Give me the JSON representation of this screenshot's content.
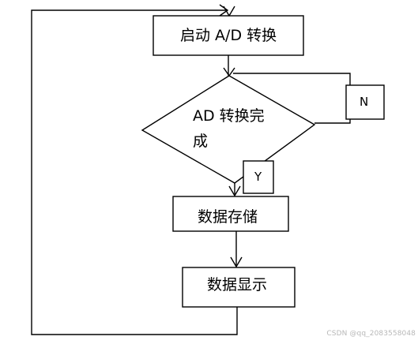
{
  "flowchart": {
    "start_label": "启动 A/D 转换",
    "decision_label_line1": "AD 转换完",
    "decision_label_line2": "成",
    "no_label": "N",
    "yes_label": "Y",
    "store_label": "数据存储",
    "display_label": "数据显示"
  },
  "watermark": "CSDN @qq_2083558048"
}
